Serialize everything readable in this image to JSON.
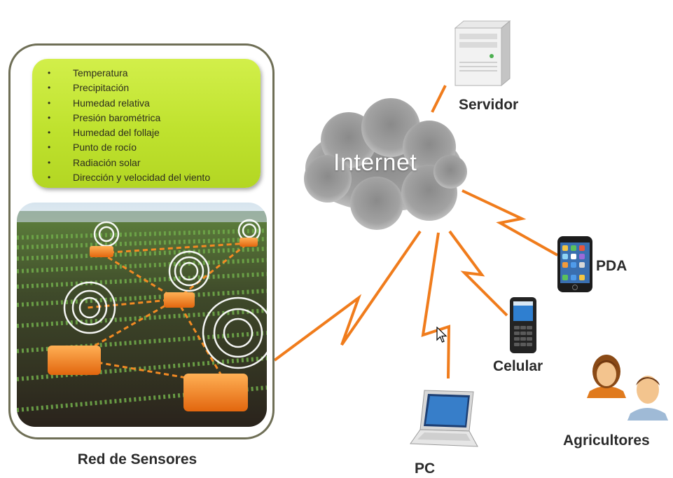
{
  "parameters": [
    "Temperatura",
    "Precipitación",
    "Humedad relativa",
    "Presión barométrica",
    "Humedad del follaje",
    "Punto de rocío",
    "Radiación solar",
    "Dirección y velocidad del viento"
  ],
  "labels": {
    "sensor_network": "Red de Sensores",
    "internet": "Internet",
    "server": "Servidor",
    "pda": "PDA",
    "cellphone": "Celular",
    "pc": "PC",
    "farmers": "Agricultores"
  },
  "colors": {
    "link": "#f07c1c",
    "param_box": "#c6e63a",
    "cloud": "#9a9a9a",
    "sensor_node": "#f28a23"
  }
}
